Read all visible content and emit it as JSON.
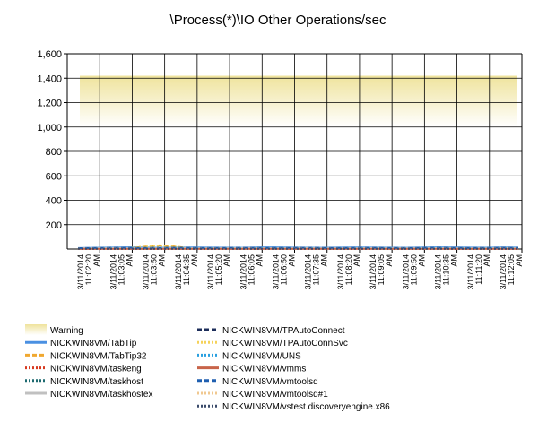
{
  "chart_data": {
    "type": "line",
    "title": "\\Process(*)\\IO Other Operations/sec",
    "xlabel": "",
    "ylabel": "",
    "ylim": [
      0,
      1600
    ],
    "y_ticks": [
      "1,600",
      "1,400",
      "1,200",
      "1,000",
      "800",
      "600",
      "400",
      "200"
    ],
    "y_tick_values": [
      1600,
      1400,
      1200,
      1000,
      800,
      600,
      400,
      200
    ],
    "x_ticks": [
      [
        "3/11/2014",
        "11:02:20",
        "AM"
      ],
      [
        "3/11/2014",
        "11:03:05",
        "AM"
      ],
      [
        "3/11/2014",
        "11:03:50",
        "AM"
      ],
      [
        "3/11/2014",
        "11:04:35",
        "AM"
      ],
      [
        "3/11/2014",
        "11:05:20",
        "AM"
      ],
      [
        "3/11/2014",
        "11:06:05",
        "AM"
      ],
      [
        "3/11/2014",
        "11:06:50",
        "AM"
      ],
      [
        "3/11/2014",
        "11:07:35",
        "AM"
      ],
      [
        "3/11/2014",
        "11:08:20",
        "AM"
      ],
      [
        "3/11/2014",
        "11:09:05",
        "AM"
      ],
      [
        "3/11/2014",
        "11:09:50",
        "AM"
      ],
      [
        "3/11/2014",
        "11:10:35",
        "AM"
      ],
      [
        "3/11/2014",
        "11:11:20",
        "AM"
      ],
      [
        "3/11/2014",
        "11:12:05",
        "AM"
      ]
    ],
    "warning_band": [
      1000,
      1420
    ],
    "warning_color": "#f0e4a0",
    "grid": true,
    "legend_position": "bottom",
    "series": [
      {
        "name": "Warning",
        "color": "#f0e4a0",
        "style": "band"
      },
      {
        "name": "NICKWIN8VM/TabTip",
        "color": "#4a90e2",
        "style": "solid",
        "values": [
          8,
          10,
          12,
          14,
          12,
          10,
          11,
          13,
          12,
          11,
          10,
          13,
          14,
          12,
          11,
          10,
          12,
          13,
          12,
          11,
          10,
          12,
          14,
          13,
          12,
          11,
          13,
          12
        ]
      },
      {
        "name": "NICKWIN8VM/TabTip32",
        "color": "#f0a830",
        "style": "dash",
        "values": [
          2,
          3,
          4,
          5,
          18,
          30,
          20,
          5,
          4,
          3,
          4,
          3,
          4,
          3,
          4,
          3,
          4,
          3,
          4,
          3,
          4,
          3,
          4,
          3,
          4,
          3,
          4,
          3
        ]
      },
      {
        "name": "NICKWIN8VM/taskeng",
        "color": "#d83a20",
        "style": "dot",
        "values": [
          1,
          1,
          2,
          1,
          2,
          1,
          2,
          1,
          2,
          1,
          2,
          1,
          2,
          1,
          2,
          1,
          2,
          1,
          2,
          1,
          2,
          1,
          2,
          1,
          2,
          1,
          2,
          1
        ]
      },
      {
        "name": "NICKWIN8VM/taskhost",
        "color": "#1e6a70",
        "style": "dot",
        "values": [
          3,
          4,
          5,
          4,
          3,
          4,
          5,
          4,
          3,
          4,
          5,
          4,
          3,
          4,
          5,
          4,
          3,
          4,
          5,
          4,
          3,
          4,
          5,
          4,
          3,
          4,
          5,
          4
        ]
      },
      {
        "name": "NICKWIN8VM/taskhostex",
        "color": "#c0c0c0",
        "style": "solid",
        "values": [
          5,
          6,
          7,
          6,
          5,
          6,
          7,
          6,
          5,
          6,
          7,
          6,
          5,
          6,
          7,
          6,
          5,
          6,
          7,
          6,
          5,
          6,
          7,
          6,
          5,
          6,
          7,
          6
        ]
      },
      {
        "name": "NICKWIN8VM/TPAutoConnect",
        "color": "#1c2d5a",
        "style": "dash",
        "values": [
          2,
          2,
          3,
          2,
          2,
          3,
          2,
          2,
          3,
          2,
          2,
          3,
          2,
          2,
          3,
          2,
          2,
          3,
          2,
          2,
          3,
          2,
          2,
          3,
          2,
          2,
          3,
          2
        ]
      },
      {
        "name": "NICKWIN8VM/TPAutoConnSvc",
        "color": "#f5d25a",
        "style": "dot",
        "values": [
          4,
          5,
          6,
          8,
          20,
          26,
          18,
          6,
          5,
          6,
          5,
          6,
          5,
          6,
          5,
          6,
          5,
          6,
          5,
          6,
          5,
          6,
          5,
          6,
          5,
          6,
          5,
          6
        ]
      },
      {
        "name": "NICKWIN8VM/UNS",
        "color": "#2aa0e0",
        "style": "dot",
        "values": [
          6,
          8,
          10,
          9,
          8,
          9,
          10,
          9,
          8,
          9,
          10,
          9,
          8,
          9,
          10,
          9,
          8,
          9,
          10,
          9,
          8,
          9,
          10,
          9,
          8,
          9,
          10,
          9
        ]
      },
      {
        "name": "NICKWIN8VM/vmms",
        "color": "#c8644a",
        "style": "solid",
        "values": [
          1,
          1,
          1,
          1,
          1,
          1,
          1,
          1,
          1,
          1,
          1,
          1,
          1,
          1,
          1,
          1,
          1,
          1,
          1,
          1,
          1,
          1,
          1,
          1,
          1,
          1,
          1,
          1
        ]
      },
      {
        "name": "NICKWIN8VM/vmtoolsd",
        "color": "#1f5fb0",
        "style": "dash",
        "values": [
          7,
          9,
          11,
          10,
          9,
          10,
          11,
          10,
          9,
          10,
          11,
          10,
          9,
          10,
          11,
          10,
          9,
          10,
          11,
          10,
          9,
          10,
          11,
          10,
          9,
          10,
          11,
          10
        ]
      },
      {
        "name": "NICKWIN8VM/vmtoolsd#1",
        "color": "#f0c890",
        "style": "dot",
        "values": [
          3,
          3,
          4,
          3,
          3,
          4,
          3,
          3,
          4,
          3,
          3,
          4,
          3,
          3,
          4,
          3,
          3,
          4,
          3,
          3,
          4,
          3,
          3,
          4,
          3,
          3,
          4,
          3
        ]
      },
      {
        "name": "NICKWIN8VM/vstest.discoveryengine.x86",
        "color": "#3a4a6a",
        "style": "dot",
        "values": [
          2,
          2,
          2,
          2,
          2,
          2,
          2,
          2,
          2,
          2,
          2,
          2,
          2,
          2,
          2,
          2,
          2,
          2,
          2,
          2,
          2,
          2,
          2,
          2,
          2,
          2,
          2,
          2
        ]
      }
    ]
  }
}
